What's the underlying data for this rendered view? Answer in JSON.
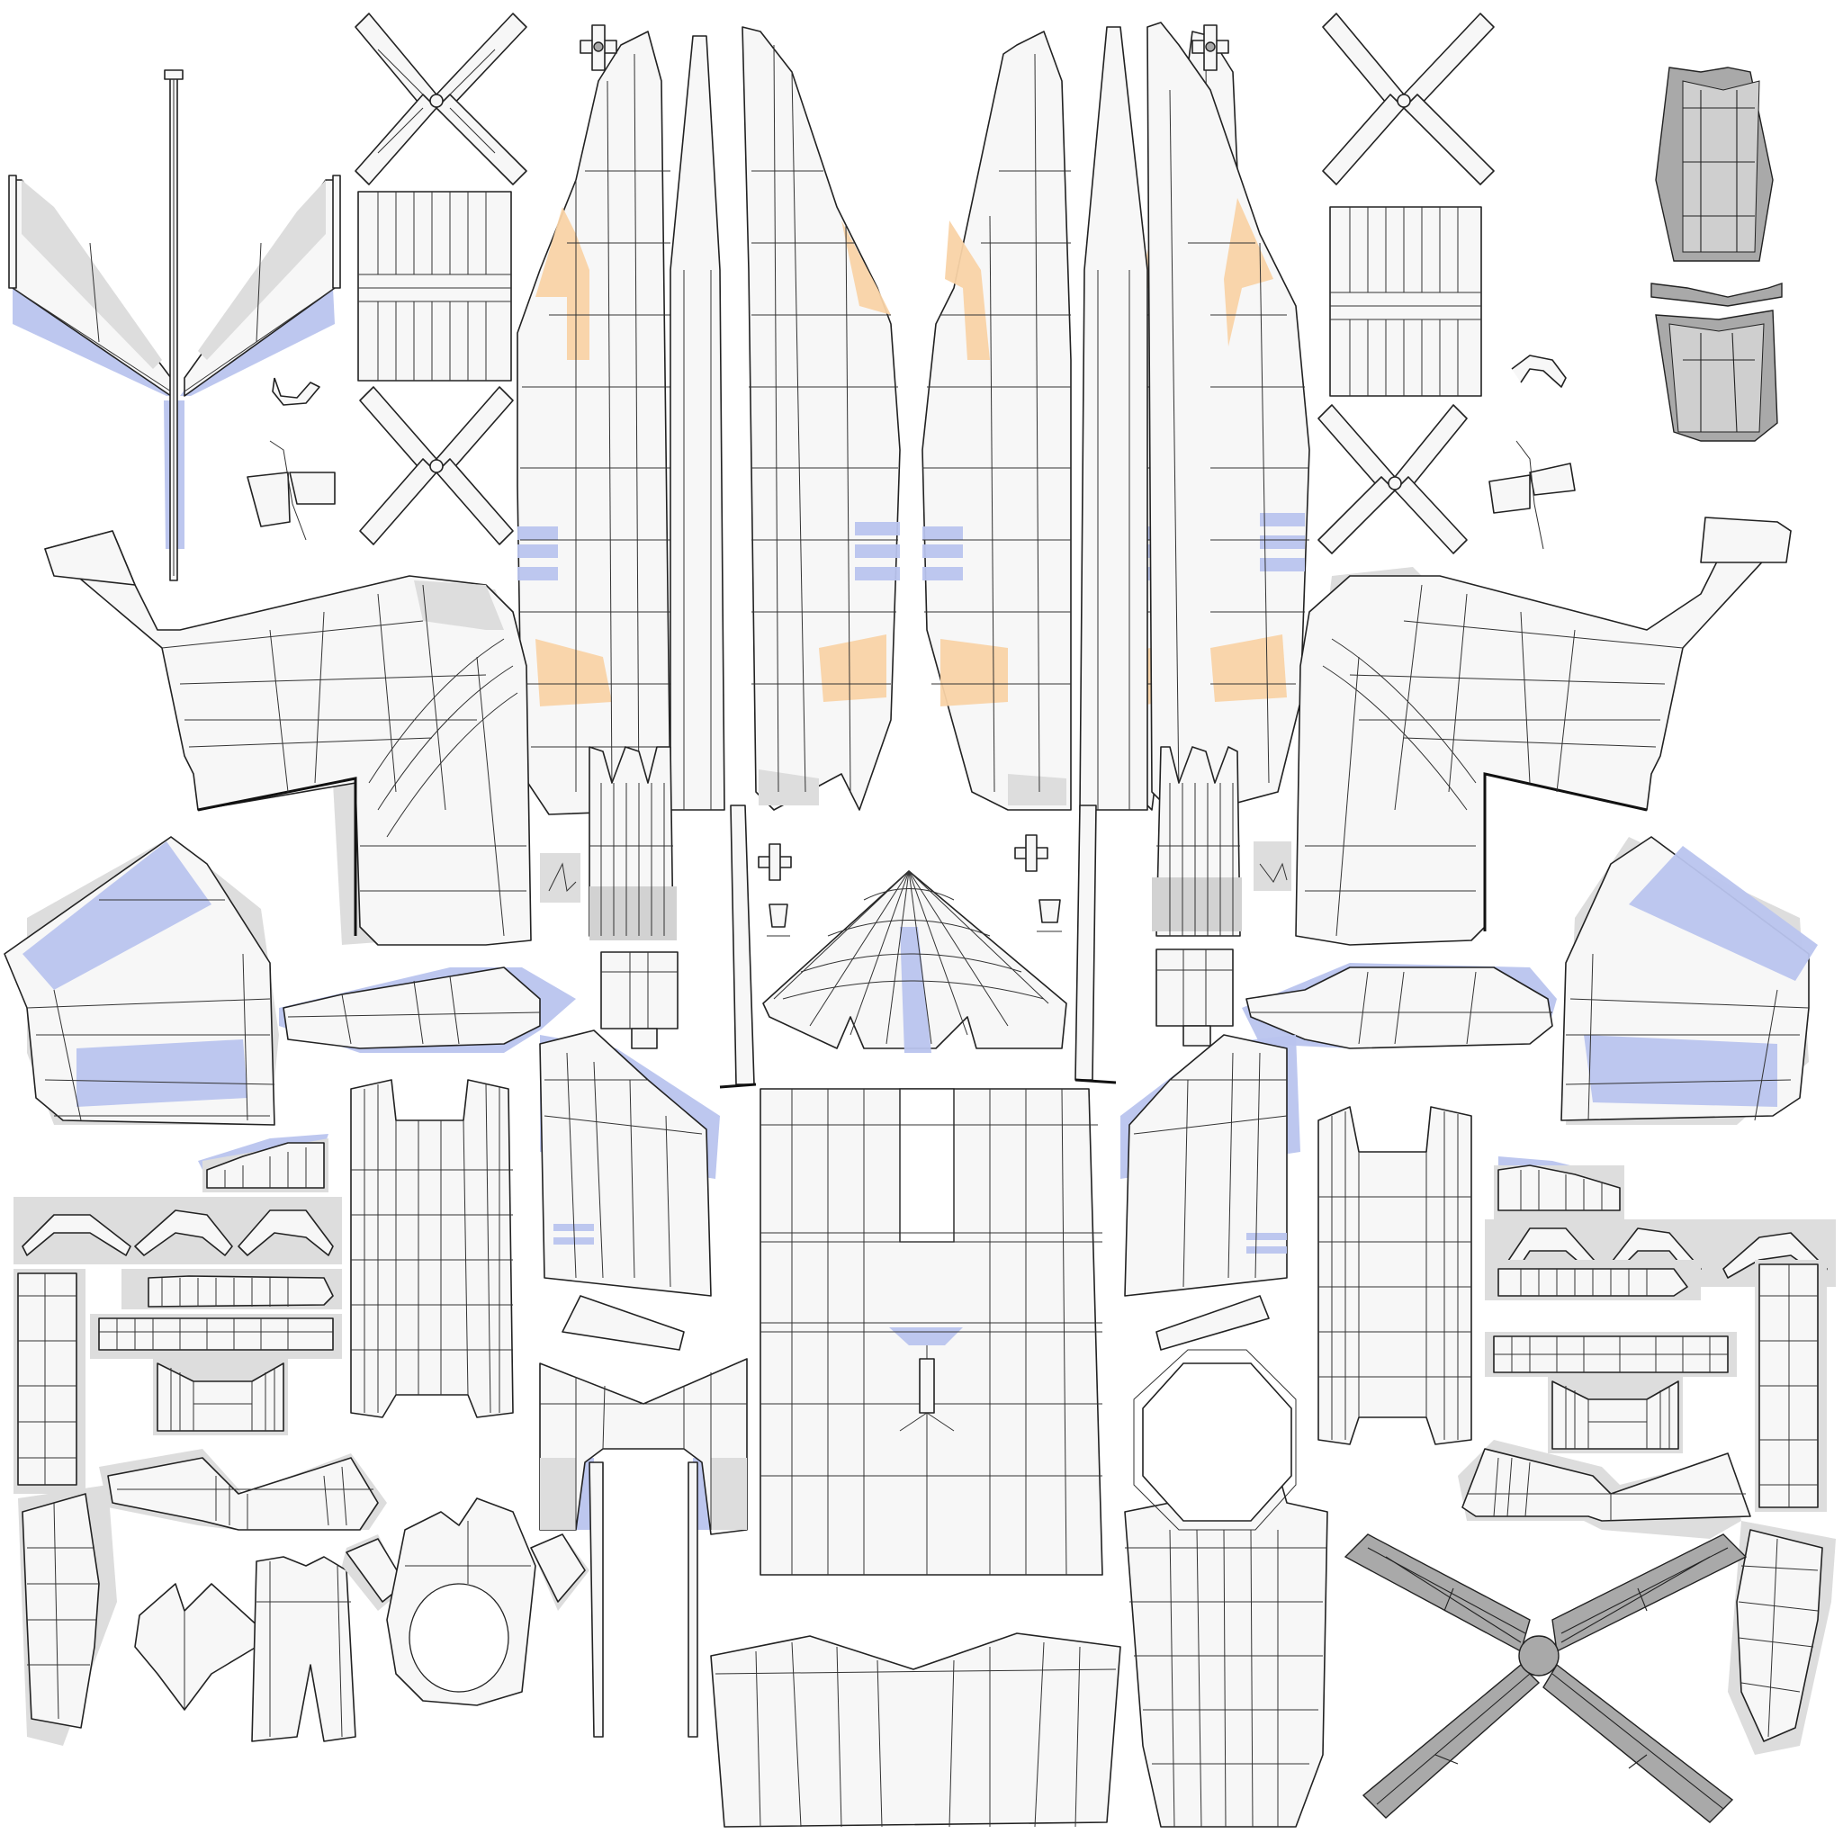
{
  "texture": {
    "kind": "uv-layout",
    "colors": {
      "background": "#ffffff",
      "island_fill": "#f7f7f7",
      "wire": "#222222",
      "overlap_gray": "#dddddd",
      "flipped_blue": "#b9c4ee",
      "stretch_orange": "#f9d3a6",
      "dense_gray": "#a9a9a9"
    },
    "islands": [
      "fuselage-panel-left",
      "fuselage-panel-right",
      "spine-strip-left",
      "spine-strip-right",
      "wing-root-left",
      "wing-root-right",
      "stabilizer-left",
      "stabilizer-right",
      "rotor-blade-star",
      "rotor-hub-dark",
      "nose-fan",
      "belly-panel",
      "cockpit-frame",
      "tail-boom-lower",
      "canopy-octagon"
    ]
  }
}
